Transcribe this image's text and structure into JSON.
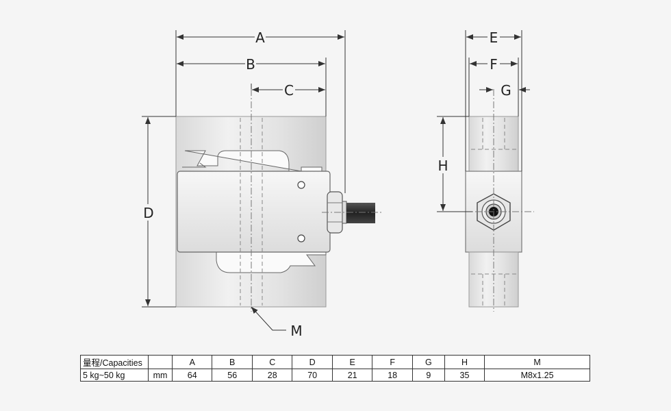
{
  "labels": {
    "A": "A",
    "B": "B",
    "C": "C",
    "D": "D",
    "E": "E",
    "F": "F",
    "G": "G",
    "H": "H",
    "M": "M"
  },
  "table": {
    "header": [
      "量程/Capacities",
      "",
      "A",
      "B",
      "C",
      "D",
      "E",
      "F",
      "G",
      "H",
      "M"
    ],
    "row": [
      "5 kg~50 kg",
      "mm",
      "64",
      "56",
      "28",
      "70",
      "21",
      "18",
      "9",
      "35",
      "M8x1.25"
    ]
  }
}
